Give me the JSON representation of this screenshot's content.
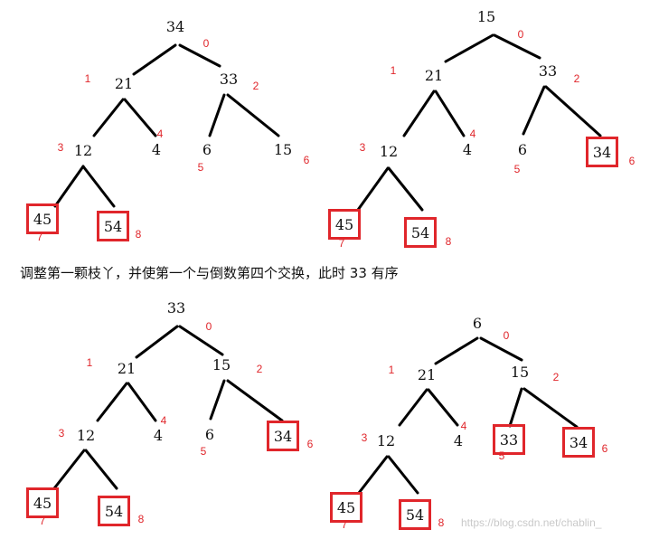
{
  "caption": "调整第一颗枝丫，并使第一个与倒数第四个交换，此时 33 有序",
  "watermark": "https://blog.csdn.net/chablin_",
  "colors": {
    "edge": "#000000",
    "highlight": "#e0262b",
    "text": "#111111"
  },
  "trees": [
    {
      "nodes": [
        {
          "value": "34",
          "index": "0",
          "boxed": false
        },
        {
          "value": "21",
          "index": "1",
          "boxed": false
        },
        {
          "value": "33",
          "index": "2",
          "boxed": false
        },
        {
          "value": "12",
          "index": "3",
          "boxed": false
        },
        {
          "value": "4",
          "index": "4",
          "boxed": false
        },
        {
          "value": "6",
          "index": "5",
          "boxed": false
        },
        {
          "value": "15",
          "index": "6",
          "boxed": false
        },
        {
          "value": "45",
          "index": "7",
          "boxed": true
        },
        {
          "value": "54",
          "index": "8",
          "boxed": true
        }
      ]
    },
    {
      "nodes": [
        {
          "value": "15",
          "index": "0",
          "boxed": false
        },
        {
          "value": "21",
          "index": "1",
          "boxed": false
        },
        {
          "value": "33",
          "index": "2",
          "boxed": false
        },
        {
          "value": "12",
          "index": "3",
          "boxed": false
        },
        {
          "value": "4",
          "index": "4",
          "boxed": false
        },
        {
          "value": "6",
          "index": "5",
          "boxed": false
        },
        {
          "value": "34",
          "index": "6",
          "boxed": true
        },
        {
          "value": "45",
          "index": "7",
          "boxed": true
        },
        {
          "value": "54",
          "index": "8",
          "boxed": true
        }
      ]
    },
    {
      "nodes": [
        {
          "value": "33",
          "index": "0",
          "boxed": false
        },
        {
          "value": "21",
          "index": "1",
          "boxed": false
        },
        {
          "value": "15",
          "index": "2",
          "boxed": false
        },
        {
          "value": "12",
          "index": "3",
          "boxed": false
        },
        {
          "value": "4",
          "index": "4",
          "boxed": false
        },
        {
          "value": "6",
          "index": "5",
          "boxed": false
        },
        {
          "value": "34",
          "index": "6",
          "boxed": true
        },
        {
          "value": "45",
          "index": "7",
          "boxed": true
        },
        {
          "value": "54",
          "index": "8",
          "boxed": true
        }
      ]
    },
    {
      "nodes": [
        {
          "value": "6",
          "index": "0",
          "boxed": false
        },
        {
          "value": "21",
          "index": "1",
          "boxed": false
        },
        {
          "value": "15",
          "index": "2",
          "boxed": false
        },
        {
          "value": "12",
          "index": "3",
          "boxed": false
        },
        {
          "value": "4",
          "index": "4",
          "boxed": false
        },
        {
          "value": "33",
          "index": "5",
          "boxed": true
        },
        {
          "value": "34",
          "index": "6",
          "boxed": true
        },
        {
          "value": "45",
          "index": "7",
          "boxed": true
        },
        {
          "value": "54",
          "index": "8",
          "boxed": true
        }
      ]
    }
  ]
}
